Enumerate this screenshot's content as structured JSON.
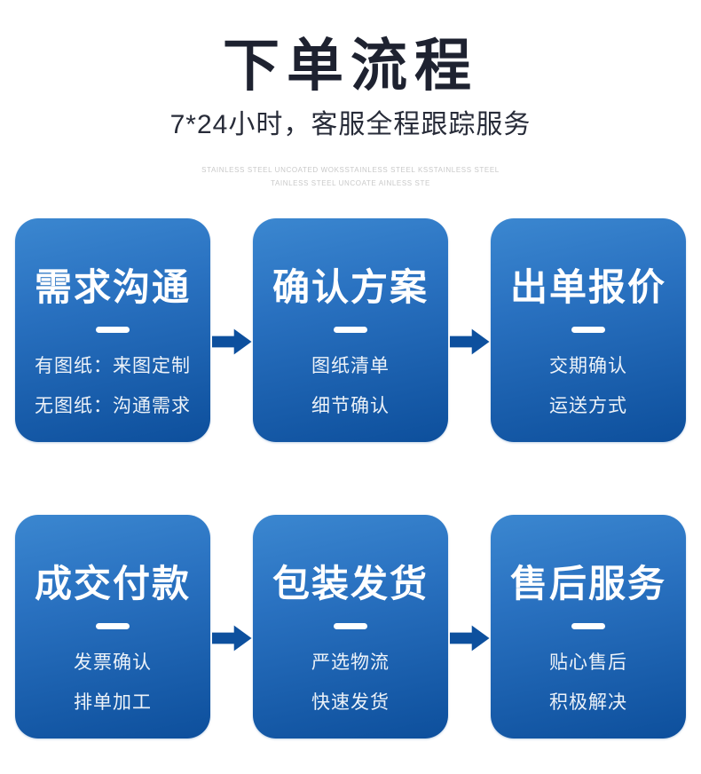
{
  "header": {
    "title": "下单流程",
    "subtitle": "7*24小时，客服全程跟踪服务",
    "watermark_line1": "STAINLESS STEEL UNCOATED WOKSSTAINLESS STEEL KSSTAINLESS STEEL",
    "watermark_line2": "TAINLESS STEEL UNCOATE AINLESS STE"
  },
  "colors": {
    "title_text": "#1e2230",
    "card_gradient_top": "#3b87d0",
    "card_gradient_bottom": "#0d4f9c",
    "arrow": "#0d509e",
    "card_text": "#ffffff",
    "watermark_text": "#c9c9c9"
  },
  "steps": [
    {
      "title": "需求沟通",
      "lines": [
        "有图纸：来图定制",
        "无图纸：沟通需求"
      ]
    },
    {
      "title": "确认方案",
      "lines": [
        "图纸清单",
        "细节确认"
      ]
    },
    {
      "title": "出单报价",
      "lines": [
        "交期确认",
        "运送方式"
      ]
    },
    {
      "title": "成交付款",
      "lines": [
        "发票确认",
        "排单加工"
      ]
    },
    {
      "title": "包装发货",
      "lines": [
        "严选物流",
        "快速发货"
      ]
    },
    {
      "title": "售后服务",
      "lines": [
        "贴心售后",
        "积极解决"
      ]
    }
  ]
}
